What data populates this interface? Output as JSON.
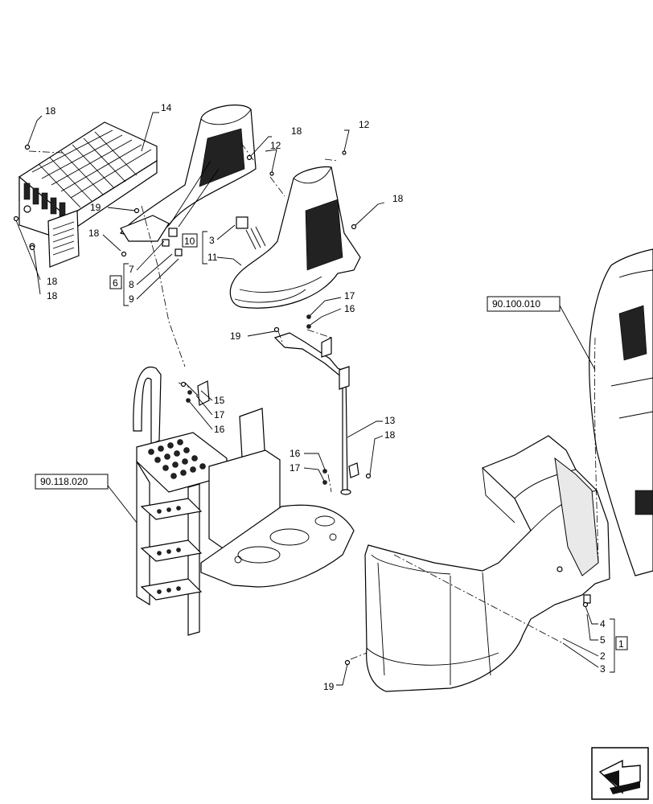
{
  "callouts": {
    "c18_a": "18",
    "c14": "14",
    "c18_b": "18",
    "c12_a": "12",
    "c12_b": "12",
    "c19_a": "19",
    "c18_c": "18",
    "c10": "10",
    "c3_a": "3",
    "c11": "11",
    "c7": "7",
    "c6": "6",
    "c8": "8",
    "c9": "9",
    "c18_d": "18",
    "c18_e": "18",
    "c18_f": "18",
    "c17_a": "17",
    "c16_a": "16",
    "c19_b": "19",
    "c15": "15",
    "c17_b": "17",
    "c16_b": "16",
    "c13": "13",
    "c18_g": "18",
    "c16_c": "16",
    "c17_c": "17",
    "c4": "4",
    "c5": "5",
    "c1": "1",
    "c2": "2",
    "c3_b": "3",
    "c19_c": "19"
  },
  "references": {
    "ref_100": "90.100.010",
    "ref_118": "90.118.020"
  },
  "icons": {
    "navigation": "next-page-arrow-icon"
  }
}
